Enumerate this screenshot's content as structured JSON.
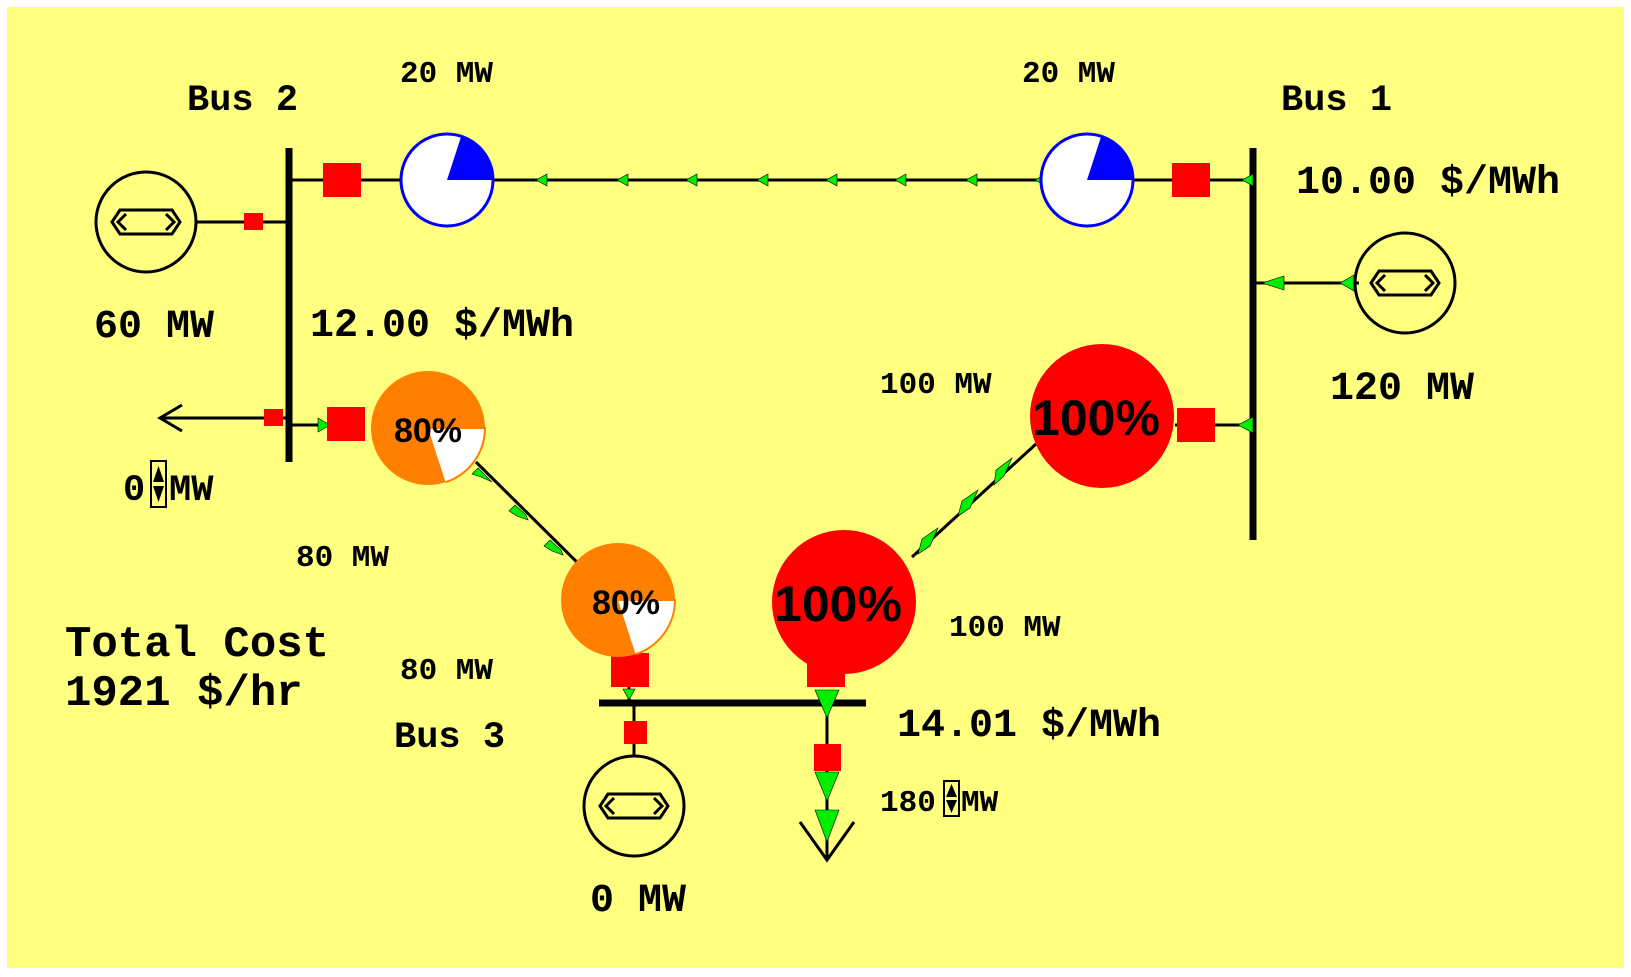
{
  "colors": {
    "background": "#ffff80",
    "line": "#000000",
    "breaker": "#ff0000",
    "flow_arrow": "#00ee00",
    "pie_ok": "#ffffff",
    "pie_ok_fill": "#0000ff",
    "pie_ok_border": "#0000ff",
    "pie_80": "#ff8000",
    "pie_100": "#ff0000"
  },
  "buses": {
    "bus1": {
      "name": "Bus 1",
      "price": "10.00 $/MWh"
    },
    "bus2": {
      "name": "Bus 2",
      "price": "12.00 $/MWh"
    },
    "bus3": {
      "name": "Bus 3",
      "price": "14.01 $/MWh"
    }
  },
  "generators": {
    "gen1": {
      "output": "120 MW"
    },
    "gen2": {
      "output": "60 MW"
    },
    "gen3": {
      "output": "0 MW"
    }
  },
  "loads": {
    "load2": {
      "value": "0",
      "unit": "MW"
    },
    "load3": {
      "value": "180",
      "unit": "MW"
    }
  },
  "lines": {
    "line12": {
      "flow_left": "20 MW",
      "flow_right": "20 MW",
      "loading_fraction": 0.2
    },
    "line23": {
      "flow_top": "80 MW",
      "flow_bottom": "80 MW",
      "loading_label": "80%",
      "loading_fraction": 0.8
    },
    "line13": {
      "flow_top": "100 MW",
      "flow_bottom": "100 MW",
      "loading_label": "100%",
      "loading_fraction": 1.0
    }
  },
  "total_cost": {
    "label": "Total Cost",
    "value": "1921 $/hr"
  }
}
